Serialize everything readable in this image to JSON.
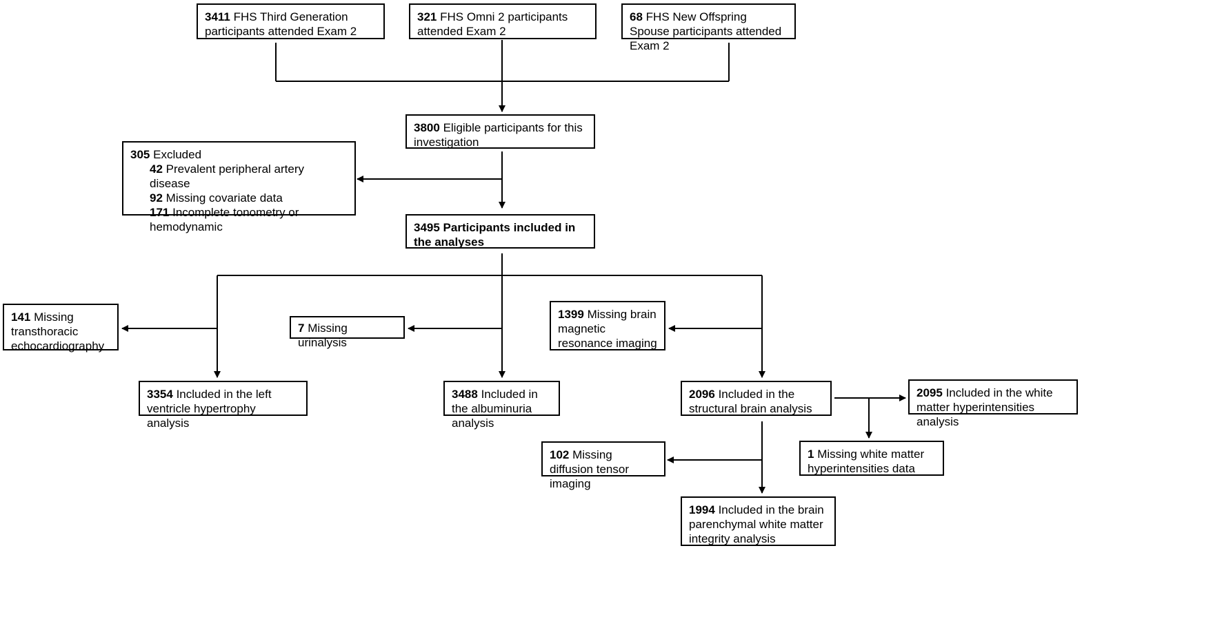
{
  "nodes": {
    "fhs_third_gen": {
      "count": "3411",
      "text": "FHS Third Generation participants attended Exam 2"
    },
    "fhs_omni2": {
      "count": "321",
      "text": "FHS Omni 2 participants attended Exam 2"
    },
    "fhs_new_offspring": {
      "count": "68",
      "text": "FHS New Offspring Spouse participants attended Exam 2"
    },
    "eligible": {
      "count": "3800",
      "text": "Eligible participants for this investigation"
    },
    "excluded": {
      "count": "305",
      "text": "Excluded",
      "items": [
        {
          "count": "42",
          "text": "Prevalent peripheral artery disease"
        },
        {
          "count": "92",
          "text": "Missing covariate data"
        },
        {
          "count": "171",
          "text": "Incomplete tonometry or hemodynamic"
        }
      ]
    },
    "included": {
      "text": "3495 Participants included in the analyses"
    },
    "missing_echo": {
      "count": "141",
      "text": "Missing transthoracic echocardiography"
    },
    "missing_urinalysis": {
      "count": "7",
      "text": "Missing urinalysis"
    },
    "missing_mri": {
      "count": "1399",
      "text": "Missing brain magnetic resonance imaging"
    },
    "lvh": {
      "count": "3354",
      "text": "Included in the left ventricle hypertrophy analysis"
    },
    "albuminuria": {
      "count": "3488",
      "text": "Included in the albuminuria analysis"
    },
    "structural_brain": {
      "count": "2096",
      "text": "Included in the structural brain analysis"
    },
    "wmh": {
      "count": "2095",
      "text": "Included in the white matter hyperintensities analysis"
    },
    "missing_dti": {
      "count": "102",
      "text": "Missing diffusion tensor imaging"
    },
    "missing_wmh": {
      "count": "1",
      "text": "Missing white matter hyperintensities data"
    },
    "white_matter_integrity": {
      "count": "1994",
      "text": "Included in the brain parenchymal white matter integrity analysis"
    }
  }
}
